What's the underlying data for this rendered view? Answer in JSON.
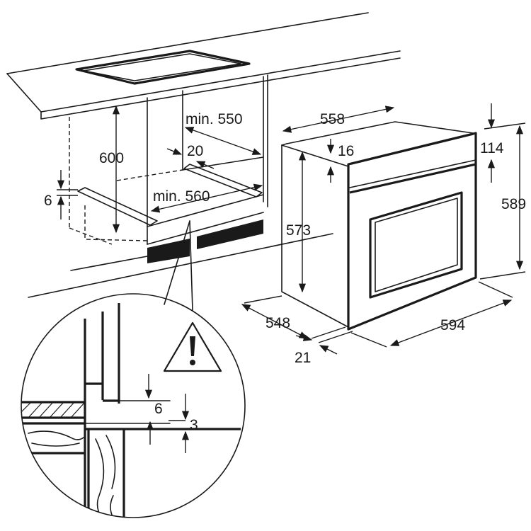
{
  "cabinet": {
    "height_label": "600",
    "depth_label": "min. 550",
    "gap_label": "20",
    "width_label": "min. 560",
    "shelf_label": "6"
  },
  "oven": {
    "top_width_label": "558",
    "top_offset_label": "16",
    "front_top_label": "114",
    "body_height_label": "573",
    "total_height_label": "589",
    "depth_label": "548",
    "front_width_label": "594",
    "door_thickness_label": "21"
  },
  "detail": {
    "gap_top_label": "6",
    "gap_bottom_label": "3"
  }
}
